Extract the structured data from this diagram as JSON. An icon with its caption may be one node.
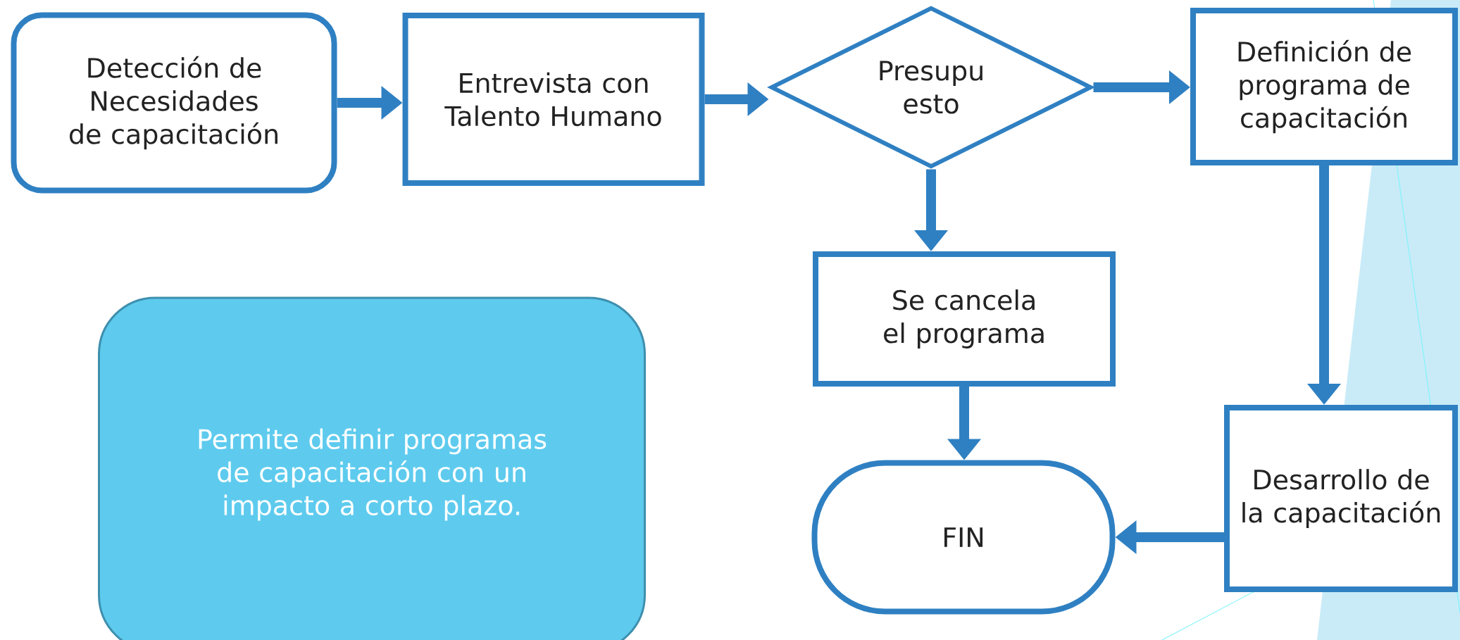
{
  "diagram": {
    "nodes": [
      {
        "text": [
          "Detección de Necesidades de capacitación"
        ]
      },
      {
        "text": [
          "Entrevista con Talento Humano"
        ]
      },
      {
        "text": [
          "Presupu esto"
        ]
      },
      {
        "text": [
          "Definición de programa de capacitación"
        ]
      },
      {
        "text": [
          "Se cancela el programa"
        ]
      },
      {
        "text": [
          "Desarrollo de la capacitación"
        ]
      },
      {
        "text": [
          "FIN"
        ]
      },
      {
        "text": [
          "Permite definir programas de capacitación con un impacto a corto plazo."
        ]
      }
    ],
    "edges": [
      {
        "from": 0,
        "to": 1,
        "arrow": "to"
      },
      {
        "from": 1,
        "to": 2,
        "arrow": "to"
      },
      {
        "from": 2,
        "to": 3,
        "arrow": "to"
      },
      {
        "from": 2,
        "to": 4,
        "arrow": "to"
      },
      {
        "from": 3,
        "to": 5,
        "arrow": "to"
      },
      {
        "from": 4,
        "to": 6,
        "arrow": "to"
      },
      {
        "from": 5,
        "to": 6,
        "arrow": "to"
      }
    ]
  }
}
